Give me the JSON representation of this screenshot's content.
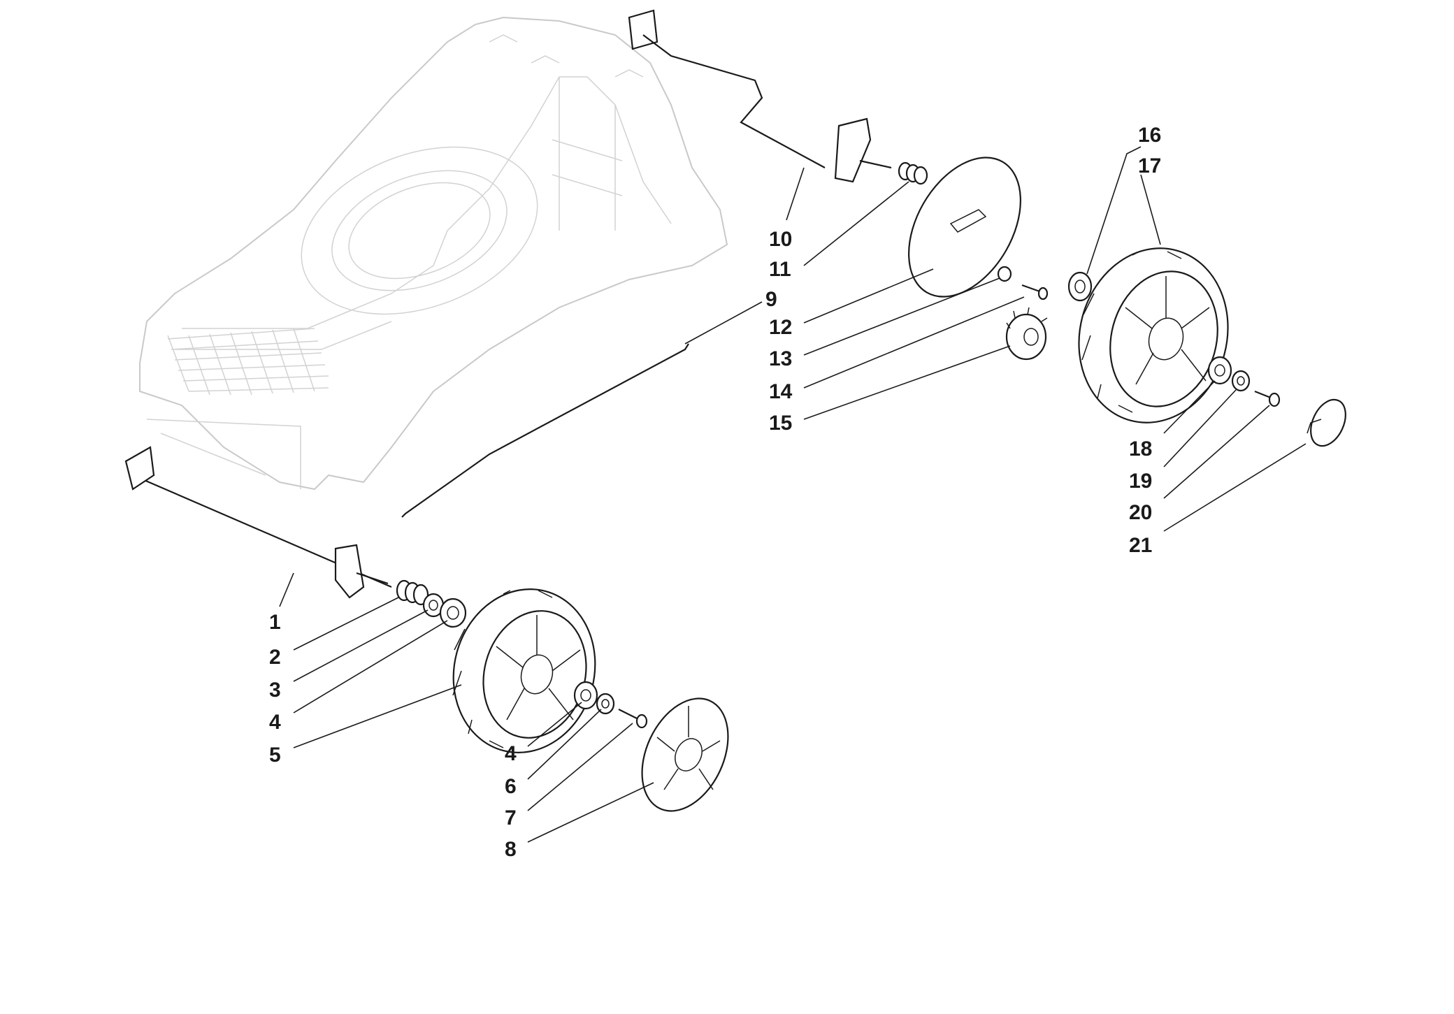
{
  "callouts": [
    {
      "id": "c1",
      "text": "1"
    },
    {
      "id": "c2",
      "text": "2"
    },
    {
      "id": "c3",
      "text": "3"
    },
    {
      "id": "c4a",
      "text": "4"
    },
    {
      "id": "c5",
      "text": "5"
    },
    {
      "id": "c4b",
      "text": "4"
    },
    {
      "id": "c6",
      "text": "6"
    },
    {
      "id": "c7",
      "text": "7"
    },
    {
      "id": "c8",
      "text": "8"
    },
    {
      "id": "c9",
      "text": "9"
    },
    {
      "id": "c10",
      "text": "10"
    },
    {
      "id": "c11",
      "text": "11"
    },
    {
      "id": "c12",
      "text": "12"
    },
    {
      "id": "c13",
      "text": "13"
    },
    {
      "id": "c14",
      "text": "14"
    },
    {
      "id": "c15",
      "text": "15"
    },
    {
      "id": "c16",
      "text": "16"
    },
    {
      "id": "c17",
      "text": "17"
    },
    {
      "id": "c18",
      "text": "18"
    },
    {
      "id": "c19",
      "text": "19"
    },
    {
      "id": "c20",
      "text": "20"
    },
    {
      "id": "c21",
      "text": "21"
    }
  ]
}
